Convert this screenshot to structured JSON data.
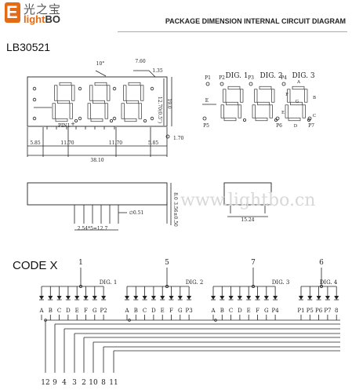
{
  "header": {
    "logo_letter": "E",
    "logo_chinese": "光之宝",
    "logo_light": "light",
    "logo_bo": "BO",
    "title": "PACKAGE DIMENSION INTERNAL CIRCUIT DIAGRAM"
  },
  "part_number": "LB30521",
  "watermark": "www.lightbo.cn",
  "front_view": {
    "pin1_label": "PIN1",
    "angle": "10°",
    "dim_760": "7.60",
    "dim_135": "1.35",
    "dim_1270": "12.70(0.5\")",
    "dim_190": "19.0",
    "dim_170": "1.70",
    "bottom_dims": [
      "5.85",
      "11.70",
      "11.70",
      "5.85"
    ],
    "total_width": "38.10"
  },
  "segment_view": {
    "digit_labels": [
      "DIG. 1",
      "DIG. 2",
      "DIG. 3"
    ],
    "pins_top": [
      "P1",
      "P2",
      "P3",
      "P4"
    ],
    "pins_bottom": [
      "P5",
      "P6",
      "P7"
    ],
    "seg_letters": [
      "A",
      "B",
      "C",
      "D",
      "E",
      "F",
      "G"
    ]
  },
  "side_view": {
    "dim_80": "8.0",
    "dim_051": "∅0.51",
    "dim_356": "3.56±0.50",
    "pitch": "2.54*5=12.7",
    "width": "15.24"
  },
  "circuit": {
    "code_label": "CODE X",
    "common_pins": [
      "1",
      "5",
      "7",
      "6"
    ],
    "groups": [
      {
        "label": "DIG. 1",
        "segments": [
          "A",
          "B",
          "C",
          "D",
          "E",
          "F",
          "G",
          "P2"
        ]
      },
      {
        "label": "DIG. 2",
        "segments": [
          "A",
          "B",
          "C",
          "D",
          "E",
          "F",
          "G",
          "P3"
        ]
      },
      {
        "label": "DIG. 3",
        "segments": [
          "A",
          "B",
          "C",
          "D",
          "E",
          "F",
          "G",
          "P4"
        ]
      },
      {
        "label": "DIG. 4",
        "segments": [
          "P1",
          "P5",
          "P6",
          "P7",
          "8"
        ]
      }
    ],
    "bottom_pins": [
      "12",
      "9",
      "4",
      "3",
      "2",
      "10",
      "8",
      "11"
    ]
  }
}
